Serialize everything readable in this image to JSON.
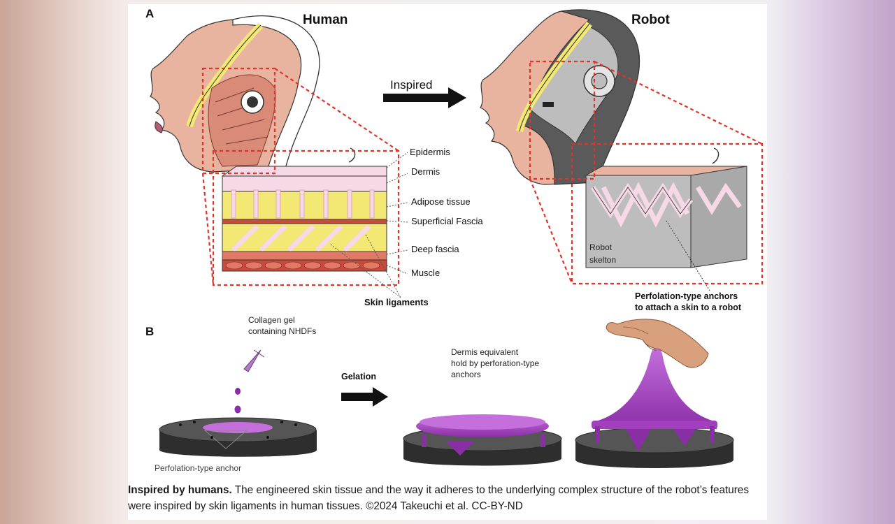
{
  "panel_a": {
    "letter": "A",
    "human_title": "Human",
    "robot_title": "Robot",
    "arrow_label": "Inspired",
    "layers": [
      "Epidermis",
      "Dermis",
      "Adipose tissue",
      "Superficial Fascia",
      "Deep fascia",
      "Muscle"
    ],
    "ligaments_label": "Skin ligaments",
    "robot_skeleton": [
      "Robot",
      "skelton"
    ],
    "anchors_label": [
      "Perfolation-type anchors",
      "to attach a skin to a robot"
    ]
  },
  "panel_b": {
    "letter": "B",
    "collagen_label": [
      "Collagen gel",
      "containing NHDFs"
    ],
    "gelation_label": "Gelation",
    "dermis_label": [
      "Dermis equivalent",
      "hold by perforation-type",
      "anchors"
    ],
    "anchor_label": "Perfolation-type anchor"
  },
  "caption": {
    "bold": "Inspired by humans.",
    "text": " The engineered skin tissue and the way it adheres to the underlying complex structure of the robot’s features were inspired by skin ligaments in human tissues. ©2024 Takeuchi et al. CC-BY-ND"
  },
  "colors": {
    "skin": "#e8b4a0",
    "epidermis_yellow": "#f3e874",
    "dermis_pink": "#f6d8e6",
    "muscle_red": "#c94a3a",
    "robot_grey": "#bdbdbd",
    "gel_purple": "#a23fbf",
    "dashed_red": "#e0332b"
  }
}
